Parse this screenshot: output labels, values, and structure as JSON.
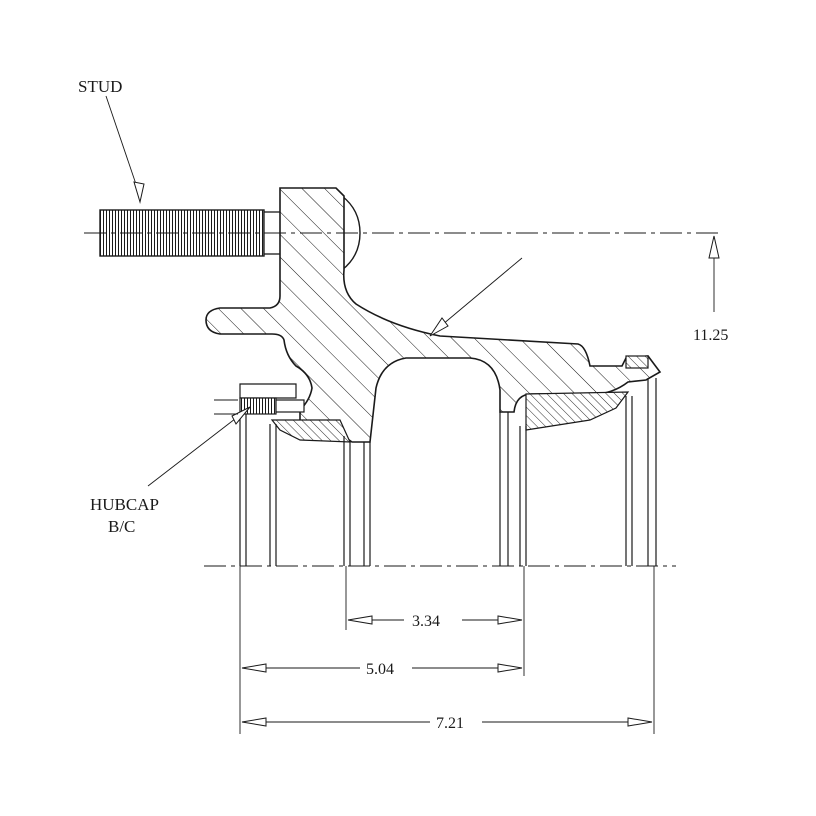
{
  "labels": {
    "stud": "STUD",
    "hubcap_line1": "HUBCAP",
    "hubcap_line2": "B/C"
  },
  "dimensions": {
    "height": "11.25",
    "d1": "3.34",
    "d2": "5.04",
    "d3": "7.21"
  }
}
